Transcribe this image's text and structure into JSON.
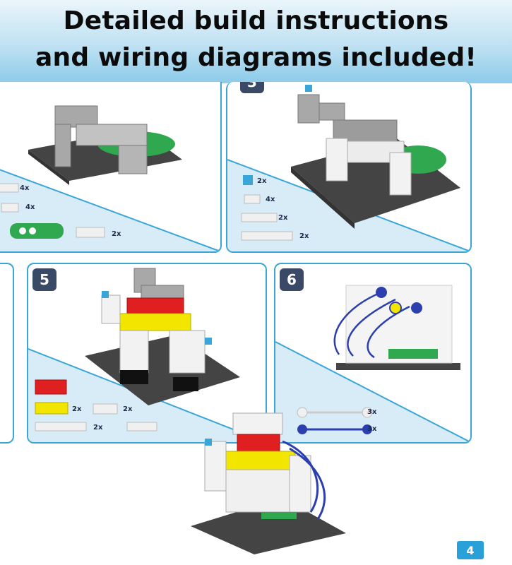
{
  "banner": {
    "line1": "Detailed build instructions",
    "line2": "and wiring diagrams included!"
  },
  "steps": {
    "step3": "3",
    "step5": "5",
    "step6": "6"
  },
  "parts": {
    "p1_a": "4x",
    "p1_b": "4x",
    "p1_c": "2x",
    "p2_a": "2x",
    "p2_b": "4x",
    "p2_c": "2x",
    "p2_d": "2x",
    "p5_a": "2x",
    "p5_b": "2x",
    "p5_c": "2x",
    "p6_a": "3x",
    "p6_b": "3x"
  },
  "page_number": "4",
  "colors": {
    "accent": "#3aa6d8",
    "baseplate": "#4a4a4a",
    "badge": "#3a4a66",
    "red_brick": "#e02020",
    "yellow_brick": "#f2e600",
    "grey_brick": "#9a9a9a",
    "wire": "#2c3fae",
    "pcb": "#2fa84f"
  }
}
